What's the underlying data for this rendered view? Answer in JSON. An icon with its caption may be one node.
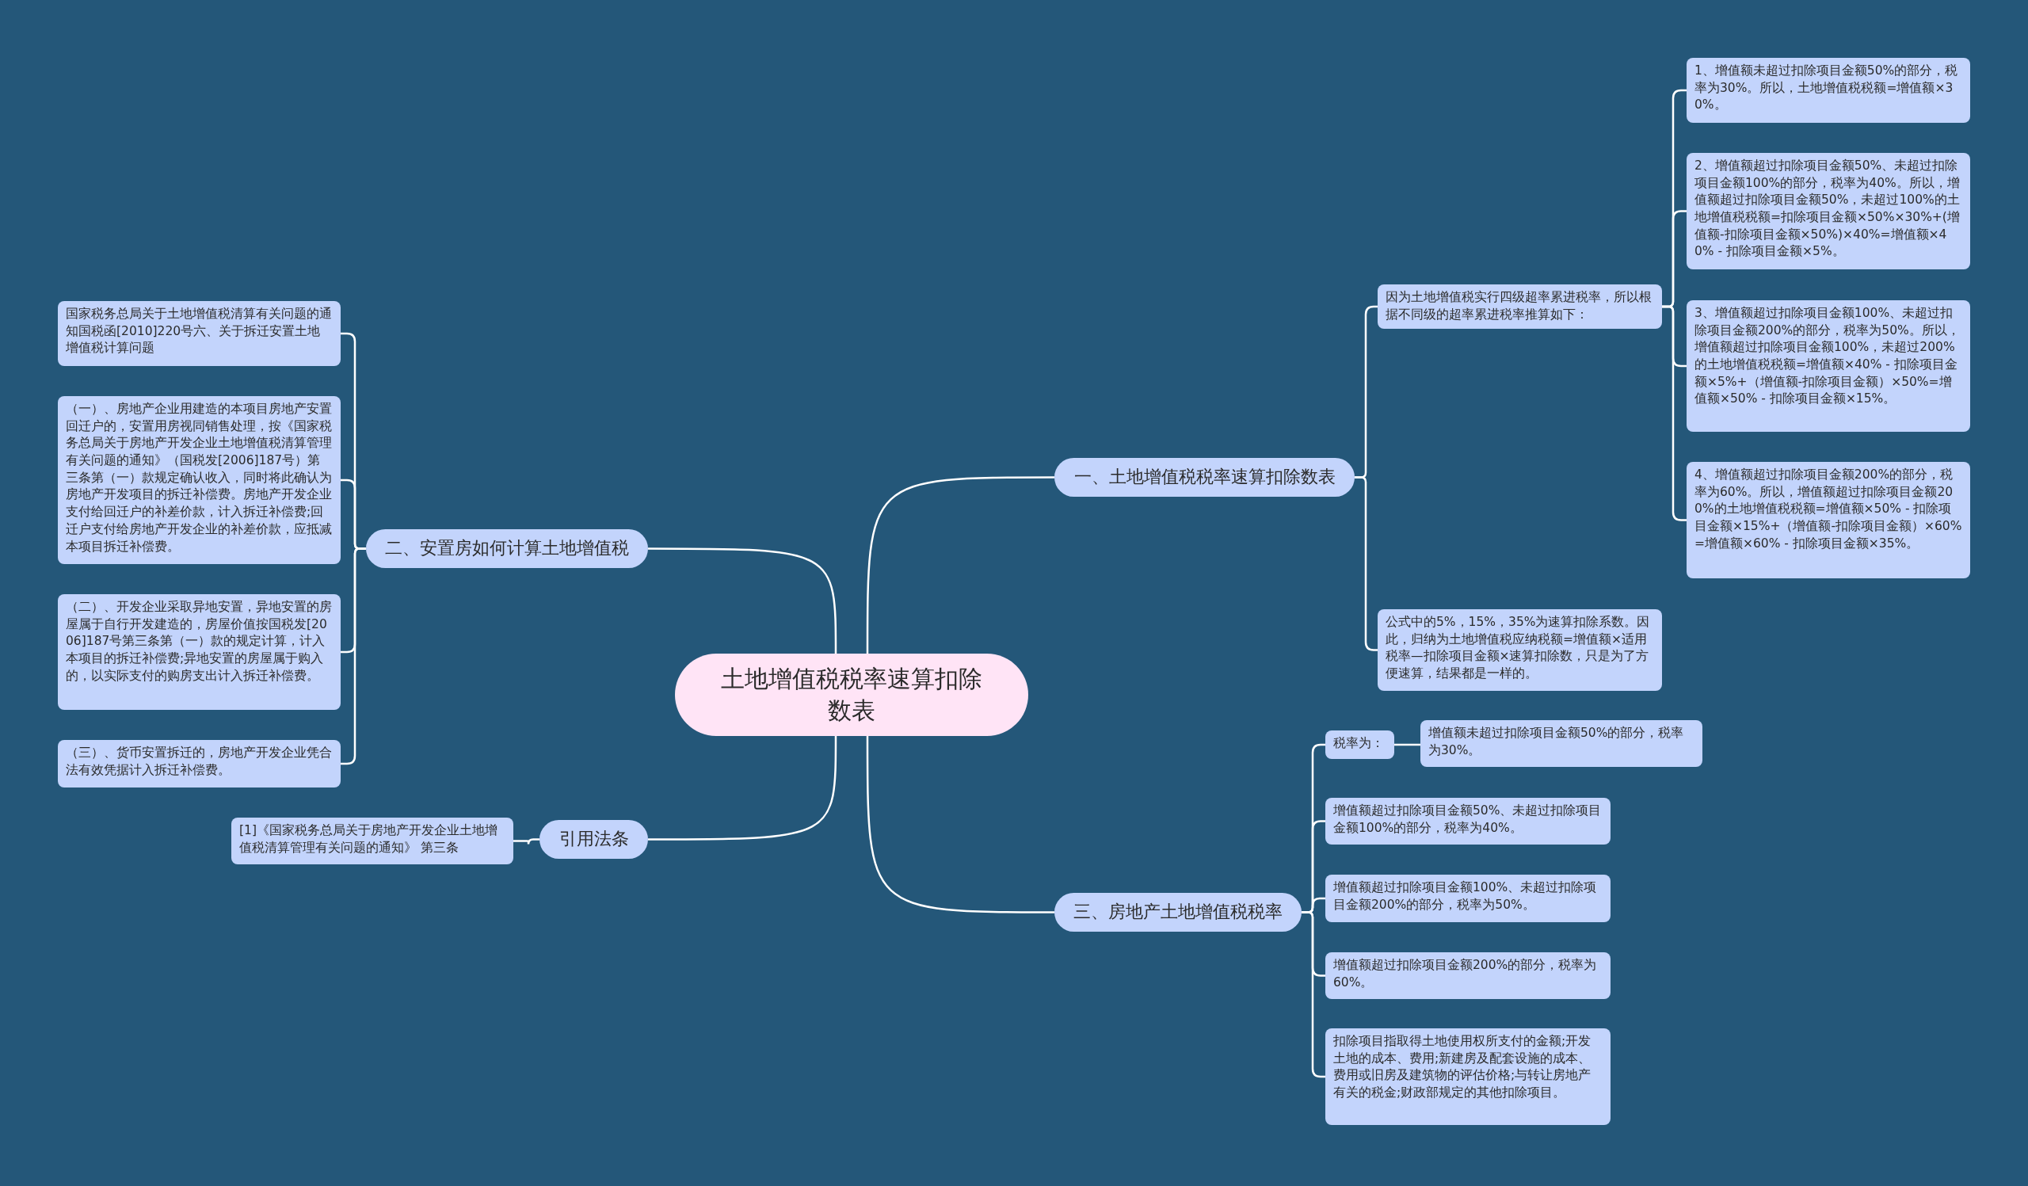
{
  "diagram": {
    "nodes": [
      {
        "text": [
          "土地增值税税率速算扣除数表"
        ]
      },
      {
        "text": [
          "一、土地增值税税率速算扣除数表"
        ]
      },
      {
        "text": [
          "因为土地增值税实行四级超率累进税率，所以根据不同级的超率累进税率推算如下："
        ]
      },
      {
        "text": [
          "1、增值额未超过扣除项目金额50%的部分，税率为30%。所以，土地增值税税额=增值额×30%。"
        ]
      },
      {
        "text": [
          "2、增值额超过扣除项目金额50%、未超过扣除项目金额100%的部分，税率为40%。所以，增值额超过扣除项目金额50%，未超过100%的土地增值税税额=扣除项目金额×50%×30%+(增值额-扣除项目金额×50%)×40%=增值额×40% - 扣除项目金额×5%。"
        ]
      },
      {
        "text": [
          "3、增值额超过扣除项目金额100%、未超过扣除项目金额200%的部分，税率为50%。所以，增值额超过扣除项目金额100%，未超过200%的土地增值税税额=增值额×40% - 扣除项目金额×5%+（增值额-扣除项目金额）×50%=增值额×50% - 扣除项目金额×15%。"
        ]
      },
      {
        "text": [
          "4、增值额超过扣除项目金额200%的部分，税率为60%。所以，增值额超过扣除项目金额200%的土地增值税税额=增值额×50% - 扣除项目金额×15%+（增值额-扣除项目金额）×60%=增值额×60% - 扣除项目金额×35%。"
        ]
      },
      {
        "text": [
          "公式中的5%，15%，35%为速算扣除系数。因此，归纳为土地增值税应纳税额=增值额×适用税率—扣除项目金额×速算扣除数，只是为了方便速算，结果都是一样的。"
        ]
      },
      {
        "text": [
          "三、房地产土地增值税税率"
        ]
      },
      {
        "text": [
          "税率为："
        ]
      },
      {
        "text": [
          "增值额未超过扣除项目金额50%的部分，税率为30%。"
        ]
      },
      {
        "text": [
          "增值额超过扣除项目金额50%、未超过扣除项目金额100%的部分，税率为40%。"
        ]
      },
      {
        "text": [
          "增值额超过扣除项目金额100%、未超过扣除项目金额200%的部分，税率为50%。"
        ]
      },
      {
        "text": [
          "增值额超过扣除项目金额200%的部分，税率为60%。"
        ]
      },
      {
        "text": [
          "扣除项目指取得土地使用权所支付的金额;开发土地的成本、费用;新建房及配套设施的成本、费用或旧房及建筑物的评估价格;与转让房地产有关的税金;财政部规定的其他扣除项目。"
        ]
      },
      {
        "text": [
          "二、安置房如何计算土地增值税"
        ]
      },
      {
        "text": [
          "国家税务总局关于土地增值税清算有关问题的通知国税函[2010]220号六、关于拆迁安置土地增值税计算问题"
        ]
      },
      {
        "text": [
          "（一）、房地产企业用建造的本项目房地产安置回迁户的，安置用房视同销售处理，按《国家税务总局关于房地产开发企业土地增值税清算管理有关问题的通知》（国税发[2006]187号）第三条第（一）款规定确认收入，同时将此确认为房地产开发项目的拆迁补偿费。房地产开发企业支付给回迁户的补差价款，计入拆迁补偿费;回迁户支付给房地产开发企业的补差价款，应抵减本项目拆迁补偿费。"
        ]
      },
      {
        "text": [
          "（二）、开发企业采取异地安置，异地安置的房屋属于自行开发建造的，房屋价值按国税发[2006]187号第三条第（一）款的规定计算，计入本项目的拆迁补偿费;异地安置的房屋属于购入的，以实际支付的购房支出计入拆迁补偿费。"
        ]
      },
      {
        "text": [
          "（三）、货币安置拆迁的，房地产开发企业凭合法有效凭据计入拆迁补偿费。"
        ]
      },
      {
        "text": [
          "引用法条"
        ]
      },
      {
        "text": [
          "[1]《国家税务总局关于房地产开发企业土地增值税清算管理有关问题的通知》 第三条"
        ]
      }
    ],
    "edges": [
      {
        "from": 0,
        "to": 1,
        "arrow": "none"
      },
      {
        "from": 1,
        "to": 2,
        "arrow": "none"
      },
      {
        "from": 2,
        "to": 3,
        "arrow": "none"
      },
      {
        "from": 2,
        "to": 4,
        "arrow": "none"
      },
      {
        "from": 2,
        "to": 5,
        "arrow": "none"
      },
      {
        "from": 2,
        "to": 6,
        "arrow": "none"
      },
      {
        "from": 1,
        "to": 7,
        "arrow": "none"
      },
      {
        "from": 0,
        "to": 8,
        "arrow": "none"
      },
      {
        "from": 8,
        "to": 9,
        "arrow": "none"
      },
      {
        "from": 9,
        "to": 10,
        "arrow": "none"
      },
      {
        "from": 8,
        "to": 11,
        "arrow": "none"
      },
      {
        "from": 8,
        "to": 12,
        "arrow": "none"
      },
      {
        "from": 8,
        "to": 13,
        "arrow": "none"
      },
      {
        "from": 8,
        "to": 14,
        "arrow": "none"
      },
      {
        "from": 0,
        "to": 15,
        "arrow": "none"
      },
      {
        "from": 15,
        "to": 16,
        "arrow": "none"
      },
      {
        "from": 15,
        "to": 17,
        "arrow": "none"
      },
      {
        "from": 15,
        "to": 18,
        "arrow": "none"
      },
      {
        "from": 15,
        "to": 19,
        "arrow": "none"
      },
      {
        "from": 0,
        "to": 20,
        "arrow": "none"
      },
      {
        "from": 20,
        "to": 21,
        "arrow": "none"
      }
    ]
  }
}
